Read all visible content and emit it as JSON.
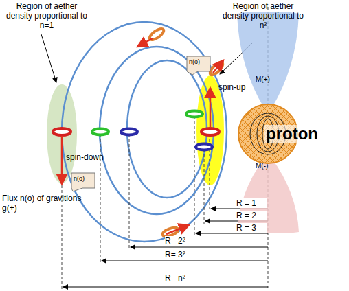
{
  "diagram": {
    "nodes": [
      {
        "text": [
          "M(+)"
        ]
      },
      {
        "text": [
          "M(-)"
        ]
      },
      {
        "text": [
          "proton"
        ]
      },
      {
        "text": [
          "n(o)"
        ]
      },
      {
        "text": [
          "n(o)"
        ]
      }
    ],
    "labels": [
      "Region of aether density proportional to n=1",
      "Region of aether density proportional to n²",
      "spin-up",
      "spin-down",
      "Flux n(o) of gravitions g(+)",
      "R = 1",
      "R = 2",
      "R = 3",
      "R= 2²",
      "R= 3²",
      "R= n²"
    ]
  }
}
